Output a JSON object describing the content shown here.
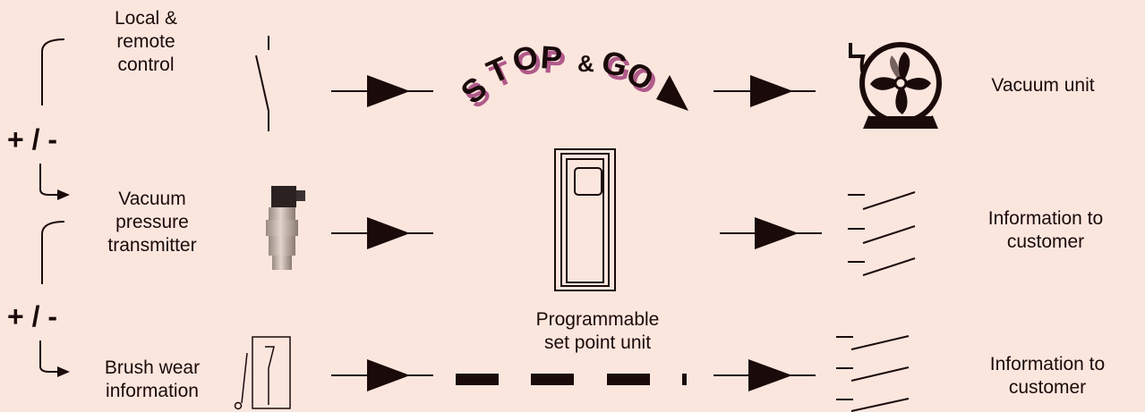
{
  "labels": {
    "local_remote": [
      "Local &",
      "remote",
      "control"
    ],
    "vacuum_transmitter": [
      "Vacuum",
      "pressure",
      "transmitter"
    ],
    "brush_wear": [
      "Brush wear",
      "information"
    ],
    "stop_and_go": {
      "stop": "STOP",
      "amp": "&",
      "go": "GO"
    },
    "programmable": [
      "Programmable",
      "set point unit"
    ],
    "vacuum_unit": "Vacuum unit",
    "info_customer_1": [
      "Information to",
      "customer"
    ],
    "info_customer_2": [
      "Information to",
      "customer"
    ],
    "plus_minus_1": "+ / -",
    "plus_minus_2": "+ / -"
  },
  "colors": {
    "background": "#fbe6de",
    "ink": "#1a0a0a",
    "stop_go_shadow": "#b05a8a"
  },
  "icons": [
    "switch-icon",
    "vacuum-fan-icon",
    "pressure-transmitter-icon",
    "programmable-unit-icon",
    "relay-contacts-icon",
    "brush-wear-sensor-icon"
  ]
}
